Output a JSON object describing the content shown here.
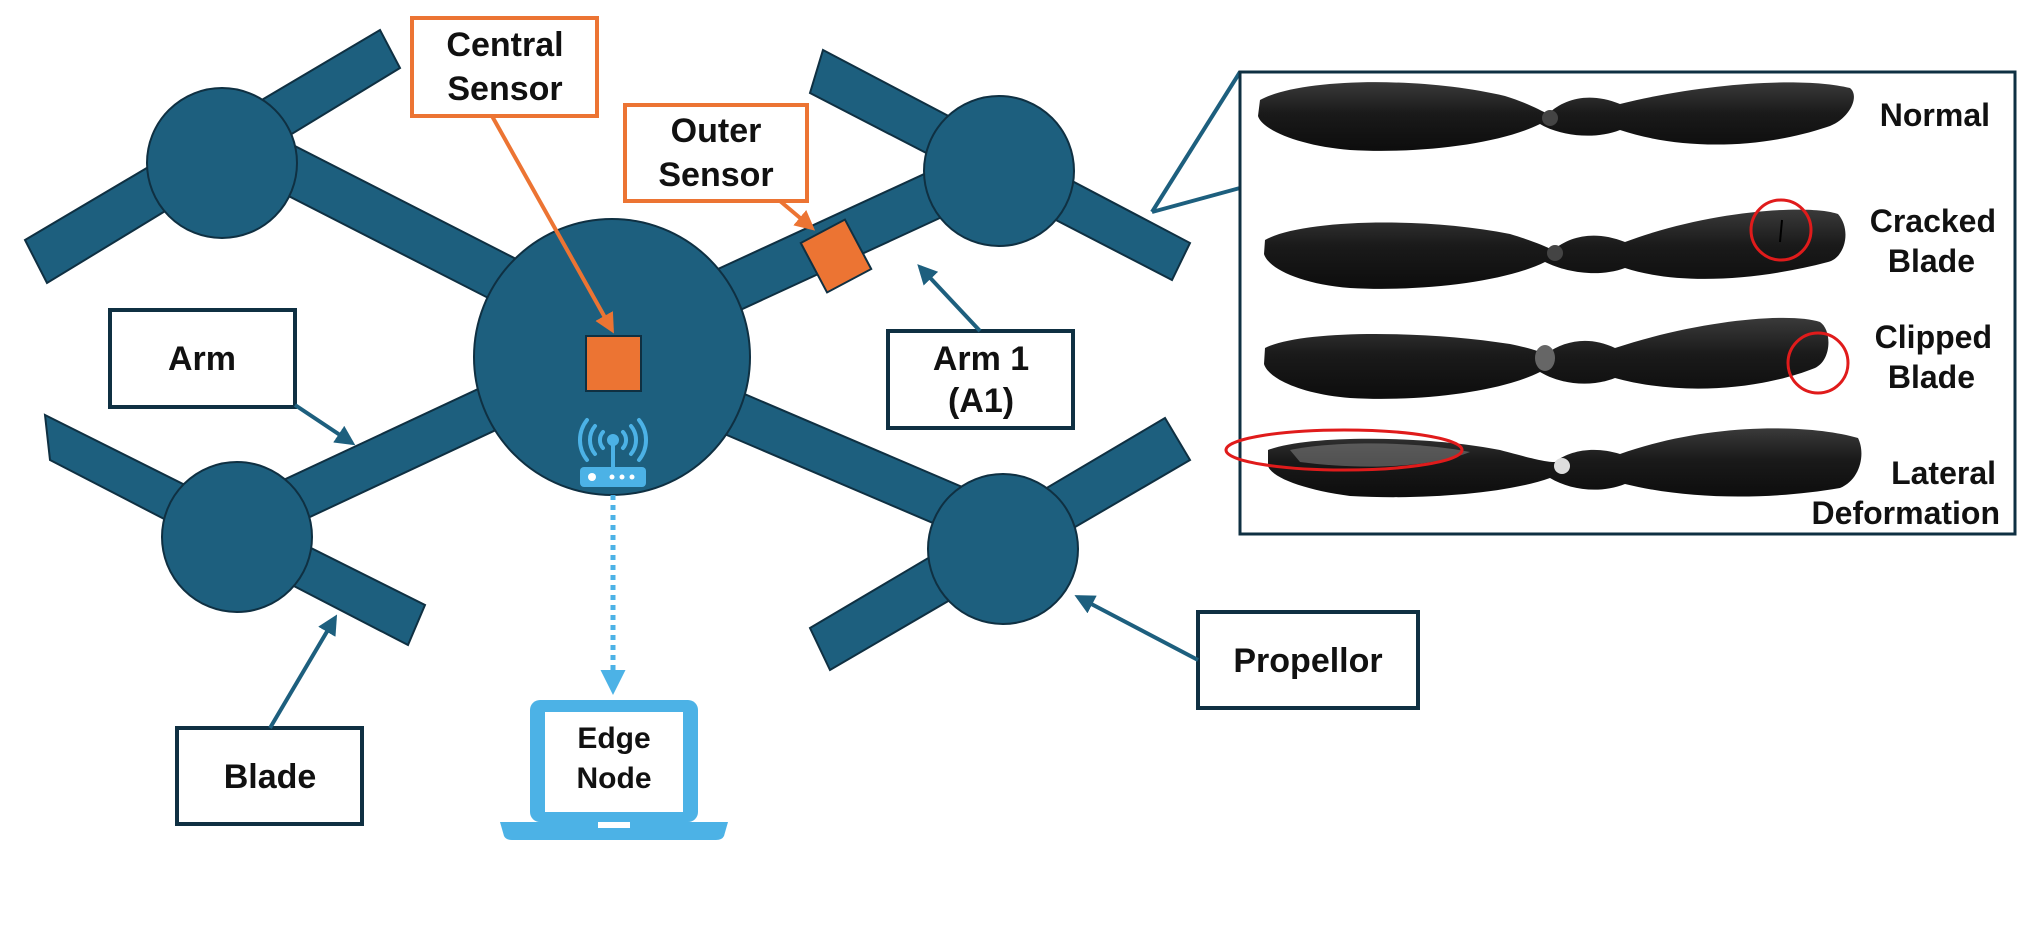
{
  "colors": {
    "drone_body": "#1d5f7e",
    "sensor_fill": "#ec7433",
    "sensor_label_border": "#ec7433",
    "edge_blue": "#4cb2e6",
    "label_border": "#0f3042",
    "defect_circle": "#e01b1b",
    "blade_black": "#1c1c1c"
  },
  "labels": {
    "central_sensor": [
      "Central",
      "Sensor"
    ],
    "outer_sensor": [
      "Outer",
      "Sensor"
    ],
    "arm": "Arm",
    "arm1": [
      "Arm 1",
      "(A1)"
    ],
    "blade": "Blade",
    "edge_node": [
      "Edge",
      "Node"
    ],
    "propellor": "Propellor"
  },
  "icons": {
    "router": "wifi-router-icon",
    "laptop": "laptop-icon"
  },
  "propeller_types": [
    {
      "label": [
        "Normal"
      ],
      "defect": "none"
    },
    {
      "label": [
        "Cracked",
        "Blade"
      ],
      "defect": "circle-tip"
    },
    {
      "label": [
        "Clipped",
        "Blade"
      ],
      "defect": "circle-tip"
    },
    {
      "label": [
        "Lateral",
        "Deformation"
      ],
      "defect": "ellipse-left"
    }
  ]
}
